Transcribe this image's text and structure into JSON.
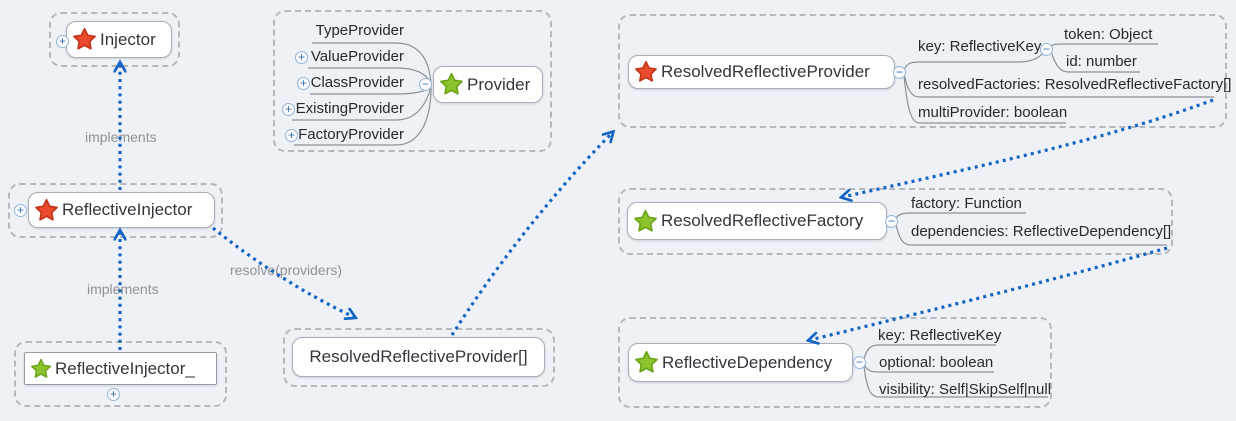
{
  "colors": {
    "background": "#eef1f6",
    "arrow_blue": "#1464c3",
    "star_red": "#ea4a2e",
    "star_green": "#8cc32d",
    "box_border": "#a9adb4",
    "dashed_border": "#b5b8bd",
    "text": "#33363b",
    "muted_label": "#8f9398"
  },
  "icons": {
    "plus": "+",
    "minus": "−"
  },
  "edges": {
    "implements_top": "implements",
    "implements_bottom": "implements",
    "resolve": "resolve(providers)"
  },
  "nodes": {
    "injector": {
      "label": "Injector"
    },
    "reflectiveInjector": {
      "label": "ReflectiveInjector"
    },
    "reflectiveInjectorImpl": {
      "label": "ReflectiveInjector_"
    },
    "provider": {
      "label": "Provider",
      "variants": [
        "TypeProvider",
        "ValueProvider",
        "ClassProvider",
        "ExistingProvider",
        "FactoryProvider"
      ]
    },
    "resolvedProviderArray": {
      "label": "ResolvedReflectiveProvider[]"
    },
    "resolvedReflectiveProvider": {
      "label": "ResolvedReflectiveProvider",
      "props": {
        "key": "key: ReflectiveKey",
        "token": "token: Object",
        "id": "id: number",
        "resolvedFactories": "resolvedFactories: ResolvedReflectiveFactory[]",
        "multiProvider": "multiProvider: boolean"
      }
    },
    "resolvedReflectiveFactory": {
      "label": "ResolvedReflectiveFactory",
      "props": {
        "factory": "factory: Function",
        "dependencies": "dependencies: ReflectiveDependency[]"
      }
    },
    "reflectiveDependency": {
      "label": "ReflectiveDependency",
      "props": {
        "key": "key: ReflectiveKey",
        "optional": "optional: boolean",
        "visibility": "visibility: Self|SkipSelf|null"
      }
    }
  }
}
